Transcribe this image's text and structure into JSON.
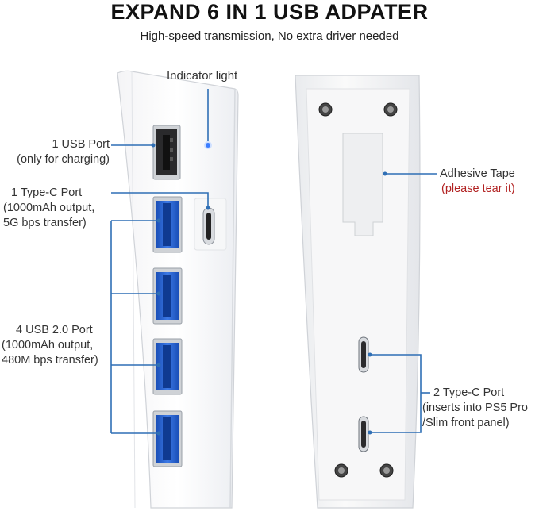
{
  "header": {
    "title": "EXPAND 6 IN 1 USB ADPATER",
    "subtitle": "High-speed transmission, No extra driver needed"
  },
  "callouts": {
    "indicator": {
      "title": "Indicator light"
    },
    "usb_charge": {
      "title": "1 USB Port",
      "detail": "(only for charging)"
    },
    "typec_front": {
      "title": "1 Type-C Port",
      "detail1": "(1000mAh output,",
      "detail2": "5G bps transfer)"
    },
    "usb20": {
      "title": "4 USB 2.0 Port",
      "detail1": "(1000mAh output,",
      "detail2": "480M bps transfer)"
    },
    "adhesive": {
      "title": "Adhesive Tape",
      "detail": "(please tear it)"
    },
    "typec_back": {
      "title": "2 Type-C Port",
      "detail1": "(inserts into PS5 Pro",
      "detail2": "/Slim front panel)"
    }
  },
  "colors": {
    "leader_line": "#2f6fb5",
    "indicator_led": "#3b7dff",
    "usb_blue": "#1f5fd0",
    "warning_text": "#b22222"
  }
}
